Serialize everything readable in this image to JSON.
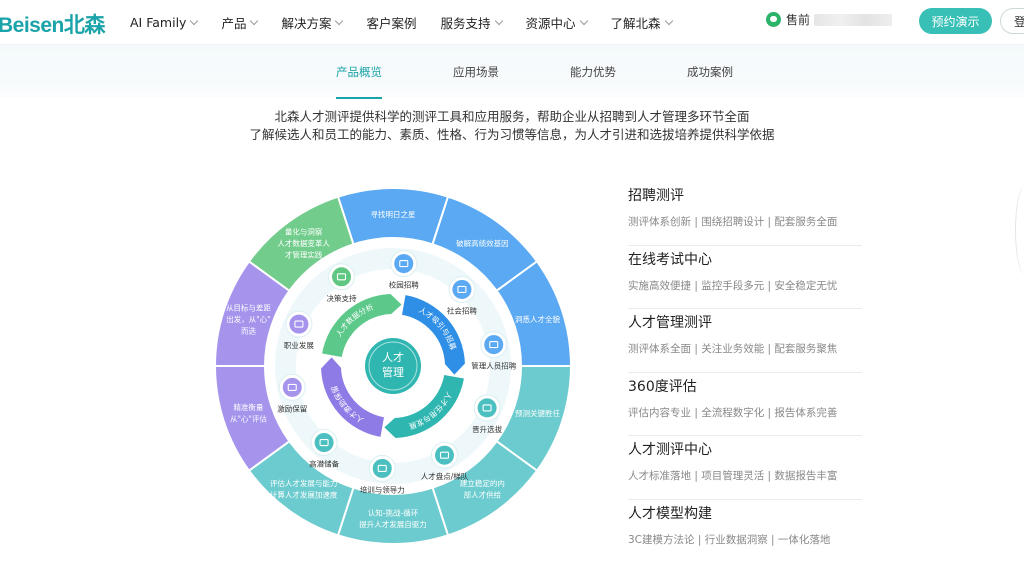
{
  "brand": {
    "logo_text": "Beisen北森",
    "accent": "#1aa3a8"
  },
  "nav": {
    "items": [
      {
        "label": "AI Family",
        "dropdown": true
      },
      {
        "label": "产品",
        "dropdown": true
      },
      {
        "label": "解决方案",
        "dropdown": true
      },
      {
        "label": "客户案例",
        "dropdown": false
      },
      {
        "label": "服务支持",
        "dropdown": true
      },
      {
        "label": "资源中心",
        "dropdown": true
      },
      {
        "label": "了解北森",
        "dropdown": true
      }
    ]
  },
  "header": {
    "sales_label": "售前",
    "demo_label": "预约演示",
    "login_label": "登"
  },
  "subnav": {
    "tabs": [
      {
        "label": "产品概览",
        "active": true
      },
      {
        "label": "应用场景",
        "active": false
      },
      {
        "label": "能力优势",
        "active": false
      },
      {
        "label": "成功案例",
        "active": false
      }
    ]
  },
  "intro": {
    "line1": "北森人才测评提供科学的测评工具和应用服务，帮助企业从招聘到人才管理多环节全面",
    "line2": "了解候选人和员工的能力、素质、性格、行为习惯等信息，为人才引进和选拔培养提供科学依据"
  },
  "wheel": {
    "center": [
      "人才",
      "管理"
    ],
    "cycle": [
      "人才数据分析",
      "人才吸引与招募",
      "人才任用与发展",
      "人才激励保留"
    ],
    "outer": [
      {
        "lines": [
          "寻找明日之星"
        ],
        "color": "#5aa9f2"
      },
      {
        "lines": [
          "破解高绩效基因"
        ],
        "color": "#5aa9f2"
      },
      {
        "lines": [
          "洞悉人才全貌"
        ],
        "color": "#5aa9f2"
      },
      {
        "lines": [
          "预测关键胜任"
        ],
        "color": "#6ccbce"
      },
      {
        "lines": [
          "建立稳定的内",
          "部人才供给"
        ],
        "color": "#6ccbce"
      },
      {
        "lines": [
          "认知-挑战-循环",
          "提升人才发展自驱力"
        ],
        "color": "#6ccbce"
      },
      {
        "lines": [
          "评估人才发展与能力",
          "计算人才发展加速度"
        ],
        "color": "#6ccbce"
      },
      {
        "lines": [
          "精准衡量",
          "从\"心\"评估"
        ],
        "color": "#a593ec"
      },
      {
        "lines": [
          "从目标与差距",
          "出发，从\"心\"",
          "而选"
        ],
        "color": "#a593ec"
      },
      {
        "lines": [
          "量化与洞察",
          "人才数据变革人",
          "才管理实践"
        ],
        "color": "#72cd8c"
      }
    ],
    "middle": [
      {
        "label": "校园招聘",
        "icon": "graduation-cap-icon"
      },
      {
        "label": "社会招聘",
        "icon": "people-icon"
      },
      {
        "label": "管理人员招聘",
        "icon": "manager-icon"
      },
      {
        "label": "晋升选拔",
        "icon": "promotion-icon"
      },
      {
        "label": "人才盘点/梯队",
        "icon": "talent-review-icon"
      },
      {
        "label": "培训与领导力",
        "icon": "training-icon"
      },
      {
        "label": "高潜储备",
        "icon": "high-potential-icon"
      },
      {
        "label": "激励保留",
        "icon": "incentive-icon"
      },
      {
        "label": "职业发展",
        "icon": "career-icon"
      },
      {
        "label": "决策支持",
        "icon": "decision-icon"
      }
    ]
  },
  "categories": [
    {
      "title": "招聘测评",
      "desc": "测评体系创新 | 围绕招聘设计 | 配套服务全面"
    },
    {
      "title": "在线考试中心",
      "desc": "实施高效便捷 | 监控手段多元 | 安全稳定无忧"
    },
    {
      "title": "人才管理测评",
      "desc": "测评体系全面 | 关注业务效能 | 配套服务聚焦"
    },
    {
      "title": "360度评估",
      "desc": "评估内容专业 | 全流程数字化 | 报告体系完善"
    },
    {
      "title": "人才测评中心",
      "desc": "人才标准落地 | 项目管理灵活 | 数据报告丰富"
    },
    {
      "title": "人才模型构建",
      "desc": "3C建模方法论 | 行业数据洞察 | 一体化落地"
    }
  ]
}
